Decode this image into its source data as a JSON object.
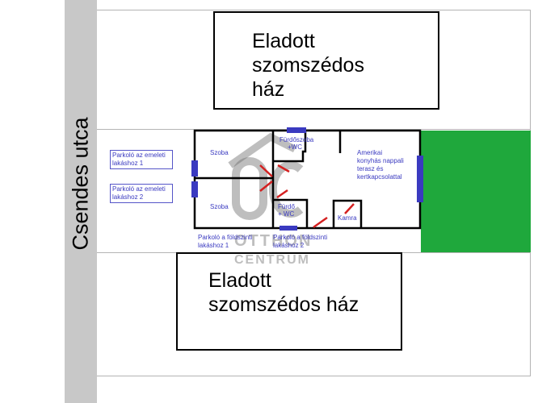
{
  "street": {
    "label": "Csendes utca"
  },
  "neighbors": {
    "top_house": {
      "line1": "Eladott",
      "line2": "szomszédos",
      "line3": "ház"
    },
    "bottom_house": {
      "line1": "Eladott",
      "line2": "szomszédos ház"
    }
  },
  "rooms": {
    "room1": "Szoba",
    "room2": "Szoba",
    "bathroom_top_1": "Fürdőszoba",
    "bathroom_top_2": "+WC",
    "bathroom_bottom_1": "Fürdő",
    "bathroom_bottom_2": "+ WC",
    "living_1": "Amerikai",
    "living_2": "konyhás nappali",
    "living_3": "terasz és",
    "living_4": "kertkapcsolattal",
    "pantry": "Kamra"
  },
  "parking": {
    "upper1_1": "Parkoló az emeleti",
    "upper1_2": "lakáshoz 1",
    "upper2_1": "Parkoló az emeleti",
    "upper2_2": "lakáshoz 2",
    "ground1_1": "Parkoló a földszinti",
    "ground1_2": "lakáshoz 1",
    "ground2_1": "Parkoló a földszinti",
    "ground2_2": "lakáshoz 2"
  },
  "watermark": {
    "line1": "OTTHON",
    "line2": "CENTRUM"
  },
  "colors": {
    "wall": "#000000",
    "window": "#3a3ac0",
    "door": "#d42020",
    "garden": "#1fa83c",
    "street": "#c8c8c8"
  }
}
